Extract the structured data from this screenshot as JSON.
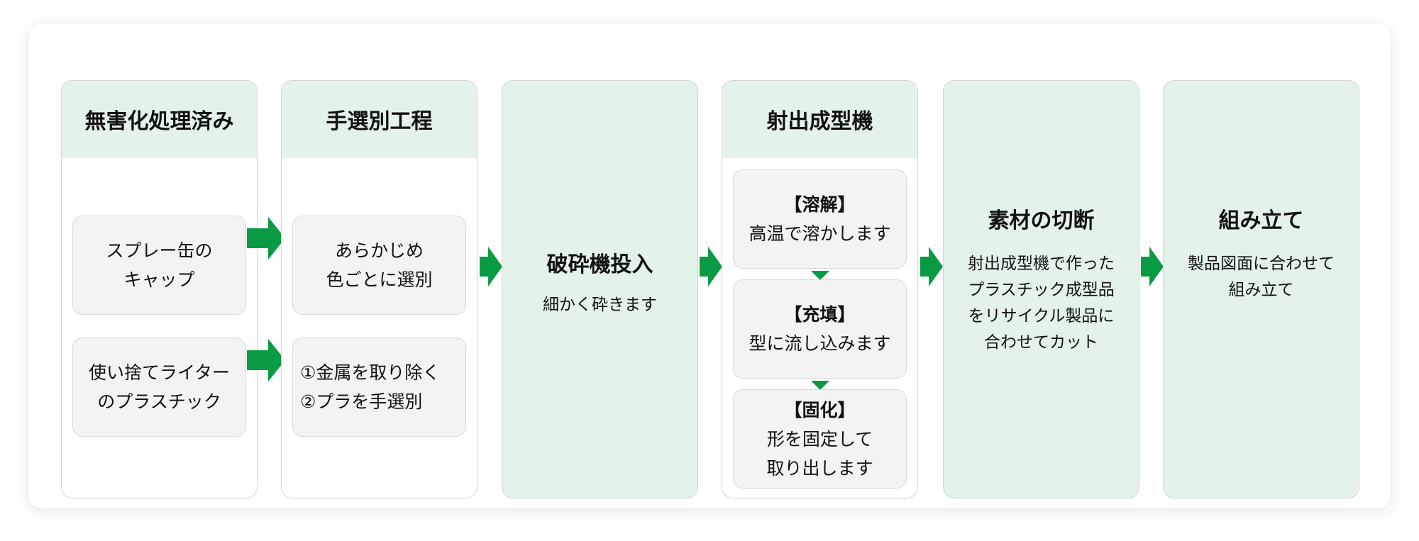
{
  "columns": [
    {
      "header": "無害化処理済み",
      "boxes": [
        {
          "lines": [
            "スプレー缶の",
            "キャップ"
          ]
        },
        {
          "lines": [
            "使い捨てライター",
            "のプラスチック"
          ]
        }
      ]
    },
    {
      "header": "手選別工程",
      "boxes": [
        {
          "lines": [
            "あらかじめ",
            "色ごとに選別"
          ]
        },
        {
          "lines": [
            "①金属を取り除く",
            "②プラを手選別"
          ]
        }
      ]
    },
    {
      "title": "破砕機投入",
      "desc": [
        "細かく砕きます"
      ]
    },
    {
      "header": "射出成型機",
      "steps": [
        {
          "title": "【溶解】",
          "lines": [
            "高温で溶かします"
          ]
        },
        {
          "title": "【充填】",
          "lines": [
            "型に流し込みます"
          ]
        },
        {
          "title": "【固化】",
          "lines": [
            "形を固定して",
            "取り出します"
          ]
        }
      ]
    },
    {
      "title": "素材の切断",
      "desc": [
        "射出成型機で作った",
        "プラスチック成型品",
        "をリサイクル製品に",
        "合わせてカット"
      ]
    },
    {
      "title": "組み立て",
      "desc": [
        "製品図面に合わせて",
        "組み立て"
      ]
    }
  ],
  "colors": {
    "accent": "#0a9a44",
    "header_fill": "#e3f3e9",
    "box_fill": "#f3f3f3",
    "border": "#d4d4d4"
  }
}
